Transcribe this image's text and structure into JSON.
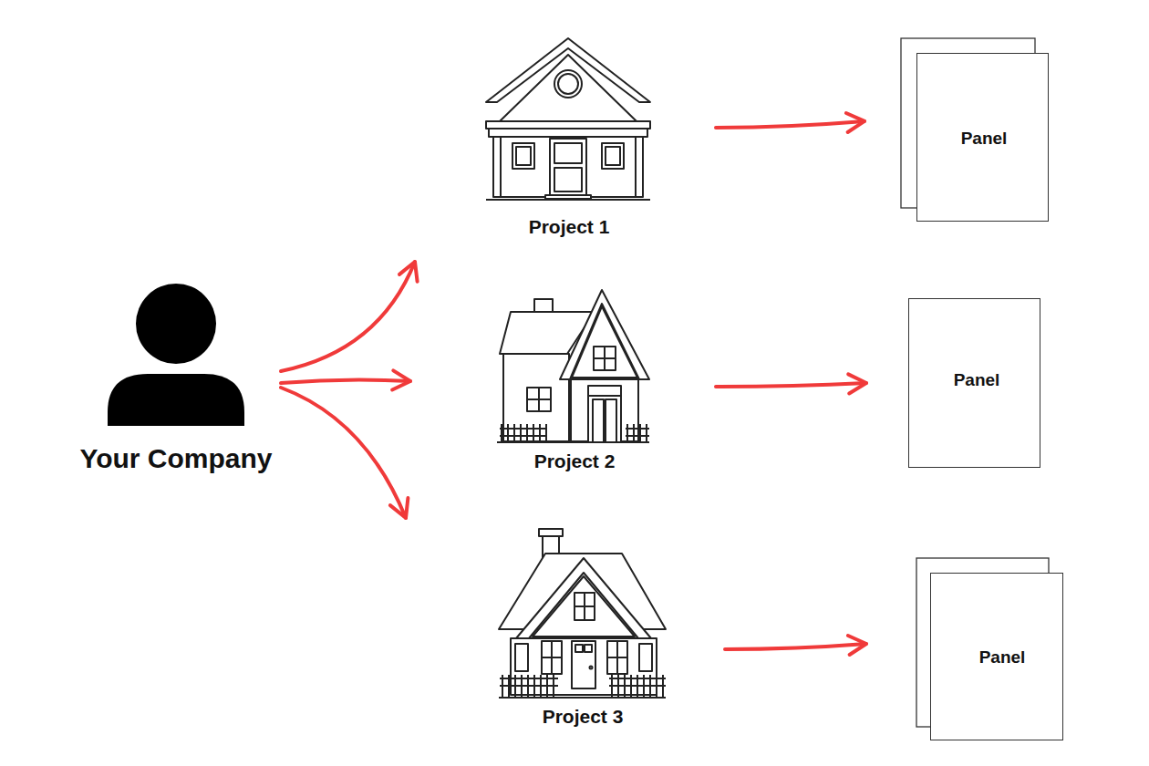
{
  "diagram": {
    "nodes": [
      {
        "text": [
          "Your Company"
        ]
      },
      {
        "text": [
          "Project 1"
        ]
      },
      {
        "text": [
          "Panel"
        ]
      },
      {
        "text": [
          "Project 2"
        ]
      },
      {
        "text": [
          "Panel"
        ]
      },
      {
        "text": [
          "Project 3"
        ]
      },
      {
        "text": [
          "Panel"
        ]
      }
    ],
    "edges": [
      {
        "from": 0,
        "to": 1,
        "arrow": "to"
      },
      {
        "from": 0,
        "to": 3,
        "arrow": "to"
      },
      {
        "from": 0,
        "to": 5,
        "arrow": "to"
      },
      {
        "from": 1,
        "to": 2,
        "arrow": "to"
      },
      {
        "from": 3,
        "to": 4,
        "arrow": "to"
      },
      {
        "from": 5,
        "to": 6,
        "arrow": "to"
      }
    ]
  }
}
